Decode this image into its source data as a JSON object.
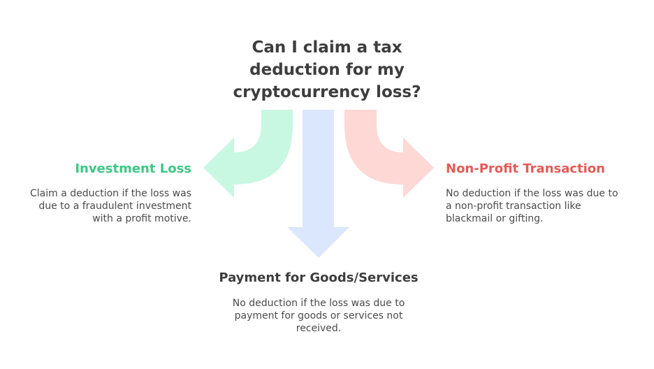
{
  "title": {
    "lines": [
      "Can I claim a tax",
      "deduction for my",
      "cryptocurrency loss?"
    ]
  },
  "colors": {
    "left_arrow": "#c8f7e2",
    "bottom_arrow": "#dbe7fc",
    "right_arrow": "#fdd8d5",
    "left_title": "#3ec786",
    "right_title": "#e35b57",
    "bottom_title": "#3d3d3d"
  },
  "branches": {
    "left": {
      "title": "Investment Loss",
      "desc_lines": [
        "Claim a deduction if the loss was",
        "due to a fraudulent investment",
        "with a profit motive."
      ]
    },
    "right": {
      "title": "Non-Profit Transaction",
      "desc_lines": [
        "No deduction if the loss was due to",
        "a non-profit transaction like",
        "blackmail or gifting."
      ]
    },
    "bottom": {
      "title": "Payment for Goods/Services",
      "desc_lines": [
        "No deduction if the loss was due to",
        "payment for goods or services not",
        "received."
      ]
    }
  }
}
